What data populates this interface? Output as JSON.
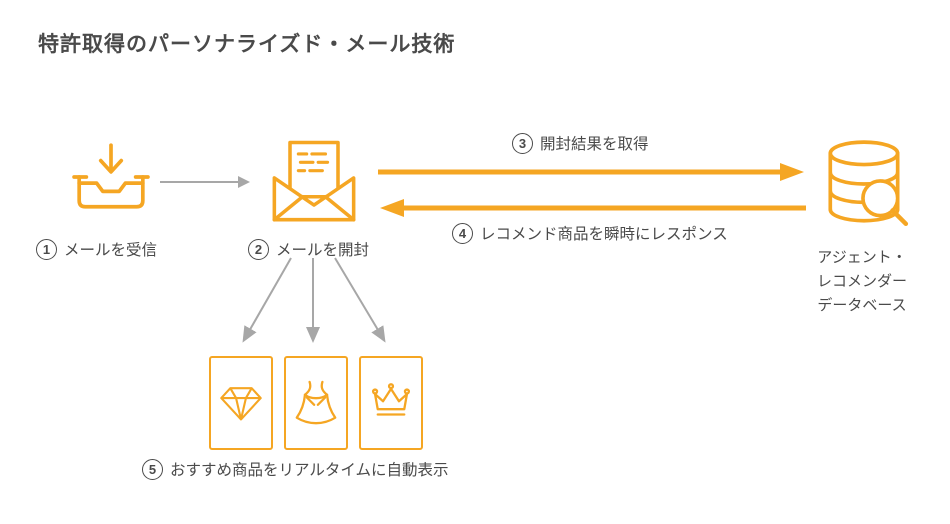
{
  "title": "特許取得のパーソナライズド・メール技術",
  "steps": [
    {
      "num": "1",
      "label": "メールを受信"
    },
    {
      "num": "2",
      "label": "メールを開封"
    },
    {
      "num": "3",
      "label": "開封結果を取得"
    },
    {
      "num": "4",
      "label": "レコメンド商品を瞬時にレスポンス"
    },
    {
      "num": "5",
      "label": "おすすめ商品をリアルタイムに自動表示"
    }
  ],
  "database": {
    "line1": "アジェント・",
    "line2": "レコメンダー",
    "line3": "データベース"
  },
  "icons": {
    "inbox": "mail-receive-inbox-icon",
    "envelope": "mail-open-envelope-icon",
    "database": "recommender-database-search-icon",
    "card1": "diamond-product-icon",
    "card2": "dress-product-icon",
    "card3": "crown-product-icon"
  },
  "colors": {
    "accent": "#F5A623",
    "arrow_gray": "#a7a7a7",
    "text": "#4a4a4a"
  }
}
